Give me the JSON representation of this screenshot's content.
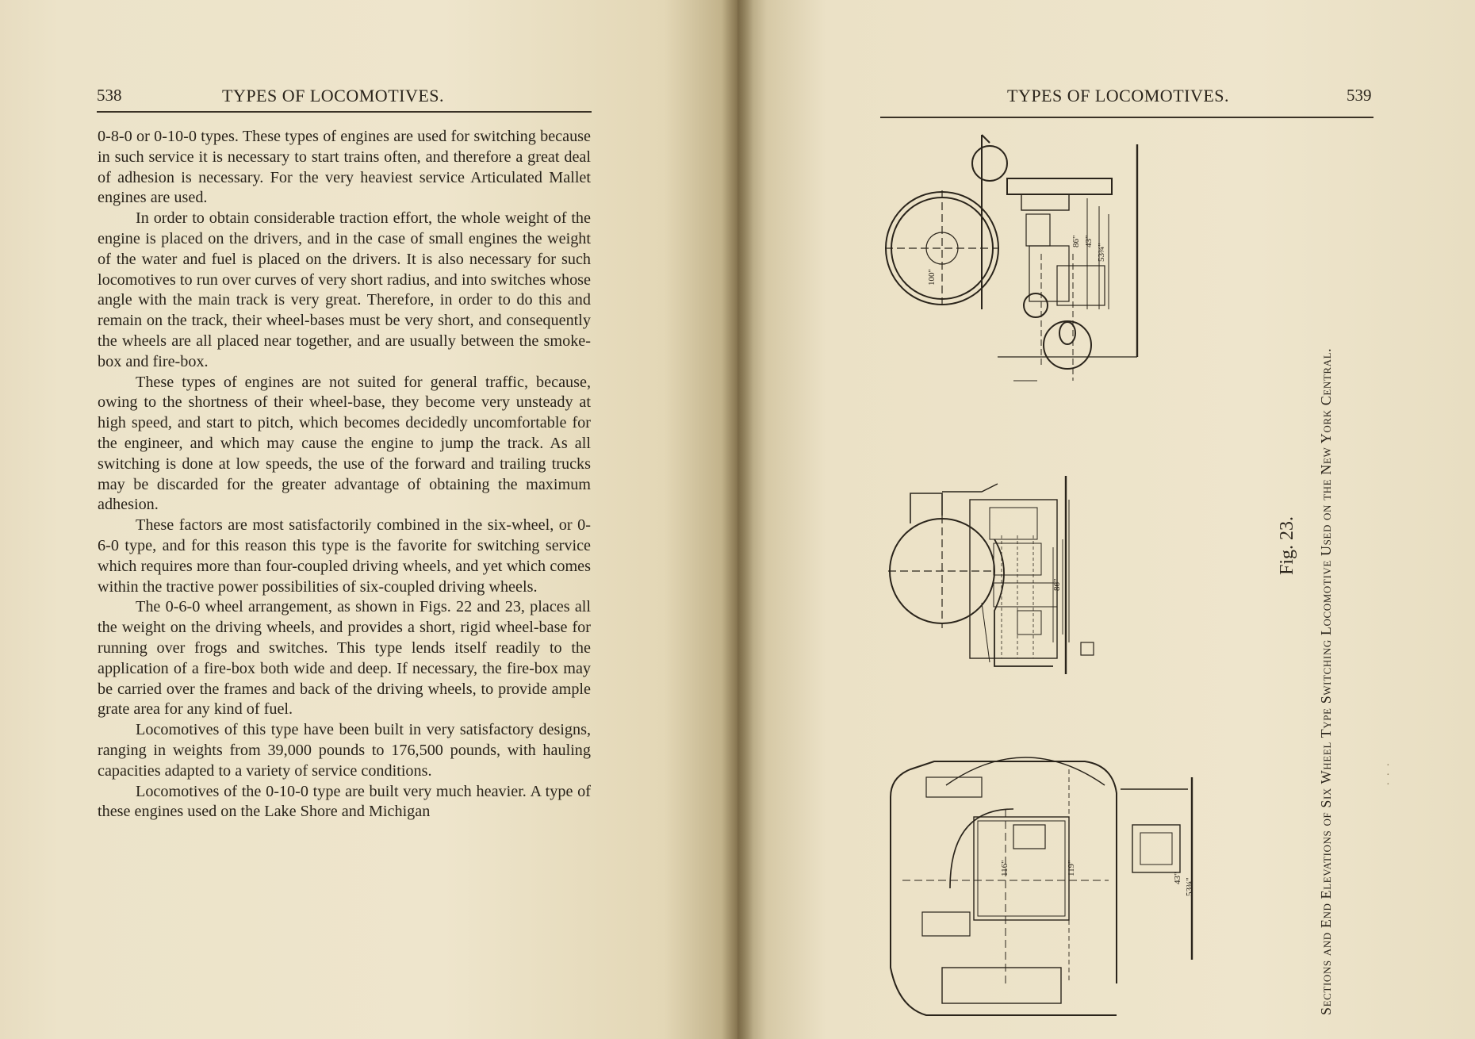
{
  "left_page": {
    "page_number": "538",
    "running_head": "TYPES OF LOCOMOTIVES.",
    "paragraphs": [
      "0-8-0 or 0-10-0 types. These types of engines are used for switching because in such service it is necessary to start trains often, and therefore a great deal of adhesion is necessary. For the very heaviest service Articulated Mallet engines are used.",
      "In order to obtain considerable traction effort, the whole weight of the engine is placed on the drivers, and in the case of small engines the weight of the water and fuel is placed on the drivers. It is also necessary for such locomotives to run over curves of very short radius, and into switches whose angle with the main track is very great. Therefore, in order to do this and remain on the track, their wheel-bases must be very short, and consequently the wheels are all placed near together, and are usually between the smoke-box and fire-box.",
      "These types of engines are not suited for general traffic, because, owing to the shortness of their wheel-base, they become very unsteady at high speed, and start to pitch, which becomes decidedly uncomfortable for the engineer, and which may cause the engine to jump the track. As all switching is done at low speeds, the use of the forward and trailing trucks may be discarded for the greater advantage of obtaining the maximum adhesion.",
      "These factors are most satisfactorily combined in the six-wheel, or 0-6-0 type, and for this reason this type is the favorite for switching service which requires more than four-coupled driving wheels, and yet which comes within the tractive power possibilities of six-coupled driving wheels.",
      "The 0-6-0 wheel arrangement, as shown in Figs. 22 and 23, places all the weight on the driving wheels, and provides a short, rigid wheel-base for running over frogs and switches. This type lends itself readily to the application of a fire-box both wide and deep. If necessary, the fire-box may be carried over the frames and back of the driving wheels, to provide ample grate area for any kind of fuel.",
      "Locomotives of this type have been built in very satisfactory designs, ranging in weights from 39,000 pounds to 176,500 pounds, with hauling capacities adapted to a variety of service conditions.",
      "Locomotives of the 0-10-0 type are built very much heavier. A type of these engines used on the Lake Shore and Michigan"
    ]
  },
  "right_page": {
    "page_number": "539",
    "running_head": "TYPES OF LOCOMOTIVES.",
    "figure_label": "Fig. 23.",
    "caption": "Sections and End Elevations of Six Wheel Type Switching Locomotive Used on the New York Central.",
    "dimension_labels": [
      "100\"",
      "86\"",
      "43\"",
      "53¾\"",
      "116\"",
      "119\"",
      "43\"",
      "53¾\""
    ]
  }
}
